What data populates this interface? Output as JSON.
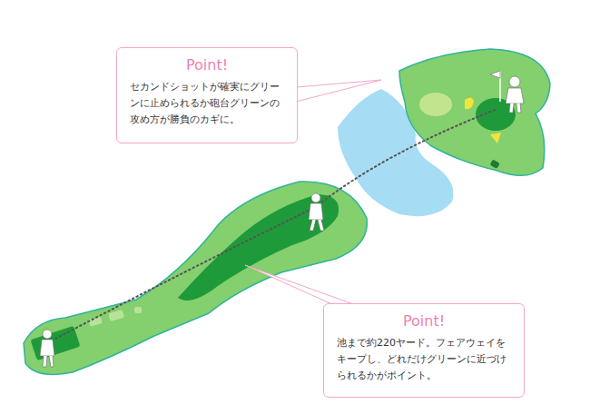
{
  "diagram": {
    "nodes": [
      {
        "text": [
          "Point!",
          "セカンドショットが確実にグリーンに止められるか砲台グリーンの攻め方が勝負のカギに。"
        ]
      },
      {
        "text": [
          "Point!",
          "池まで約220ヤード。フェアウェイをキープし、どれだけグリーンに近づけられるかがポイント。"
        ]
      }
    ]
  }
}
